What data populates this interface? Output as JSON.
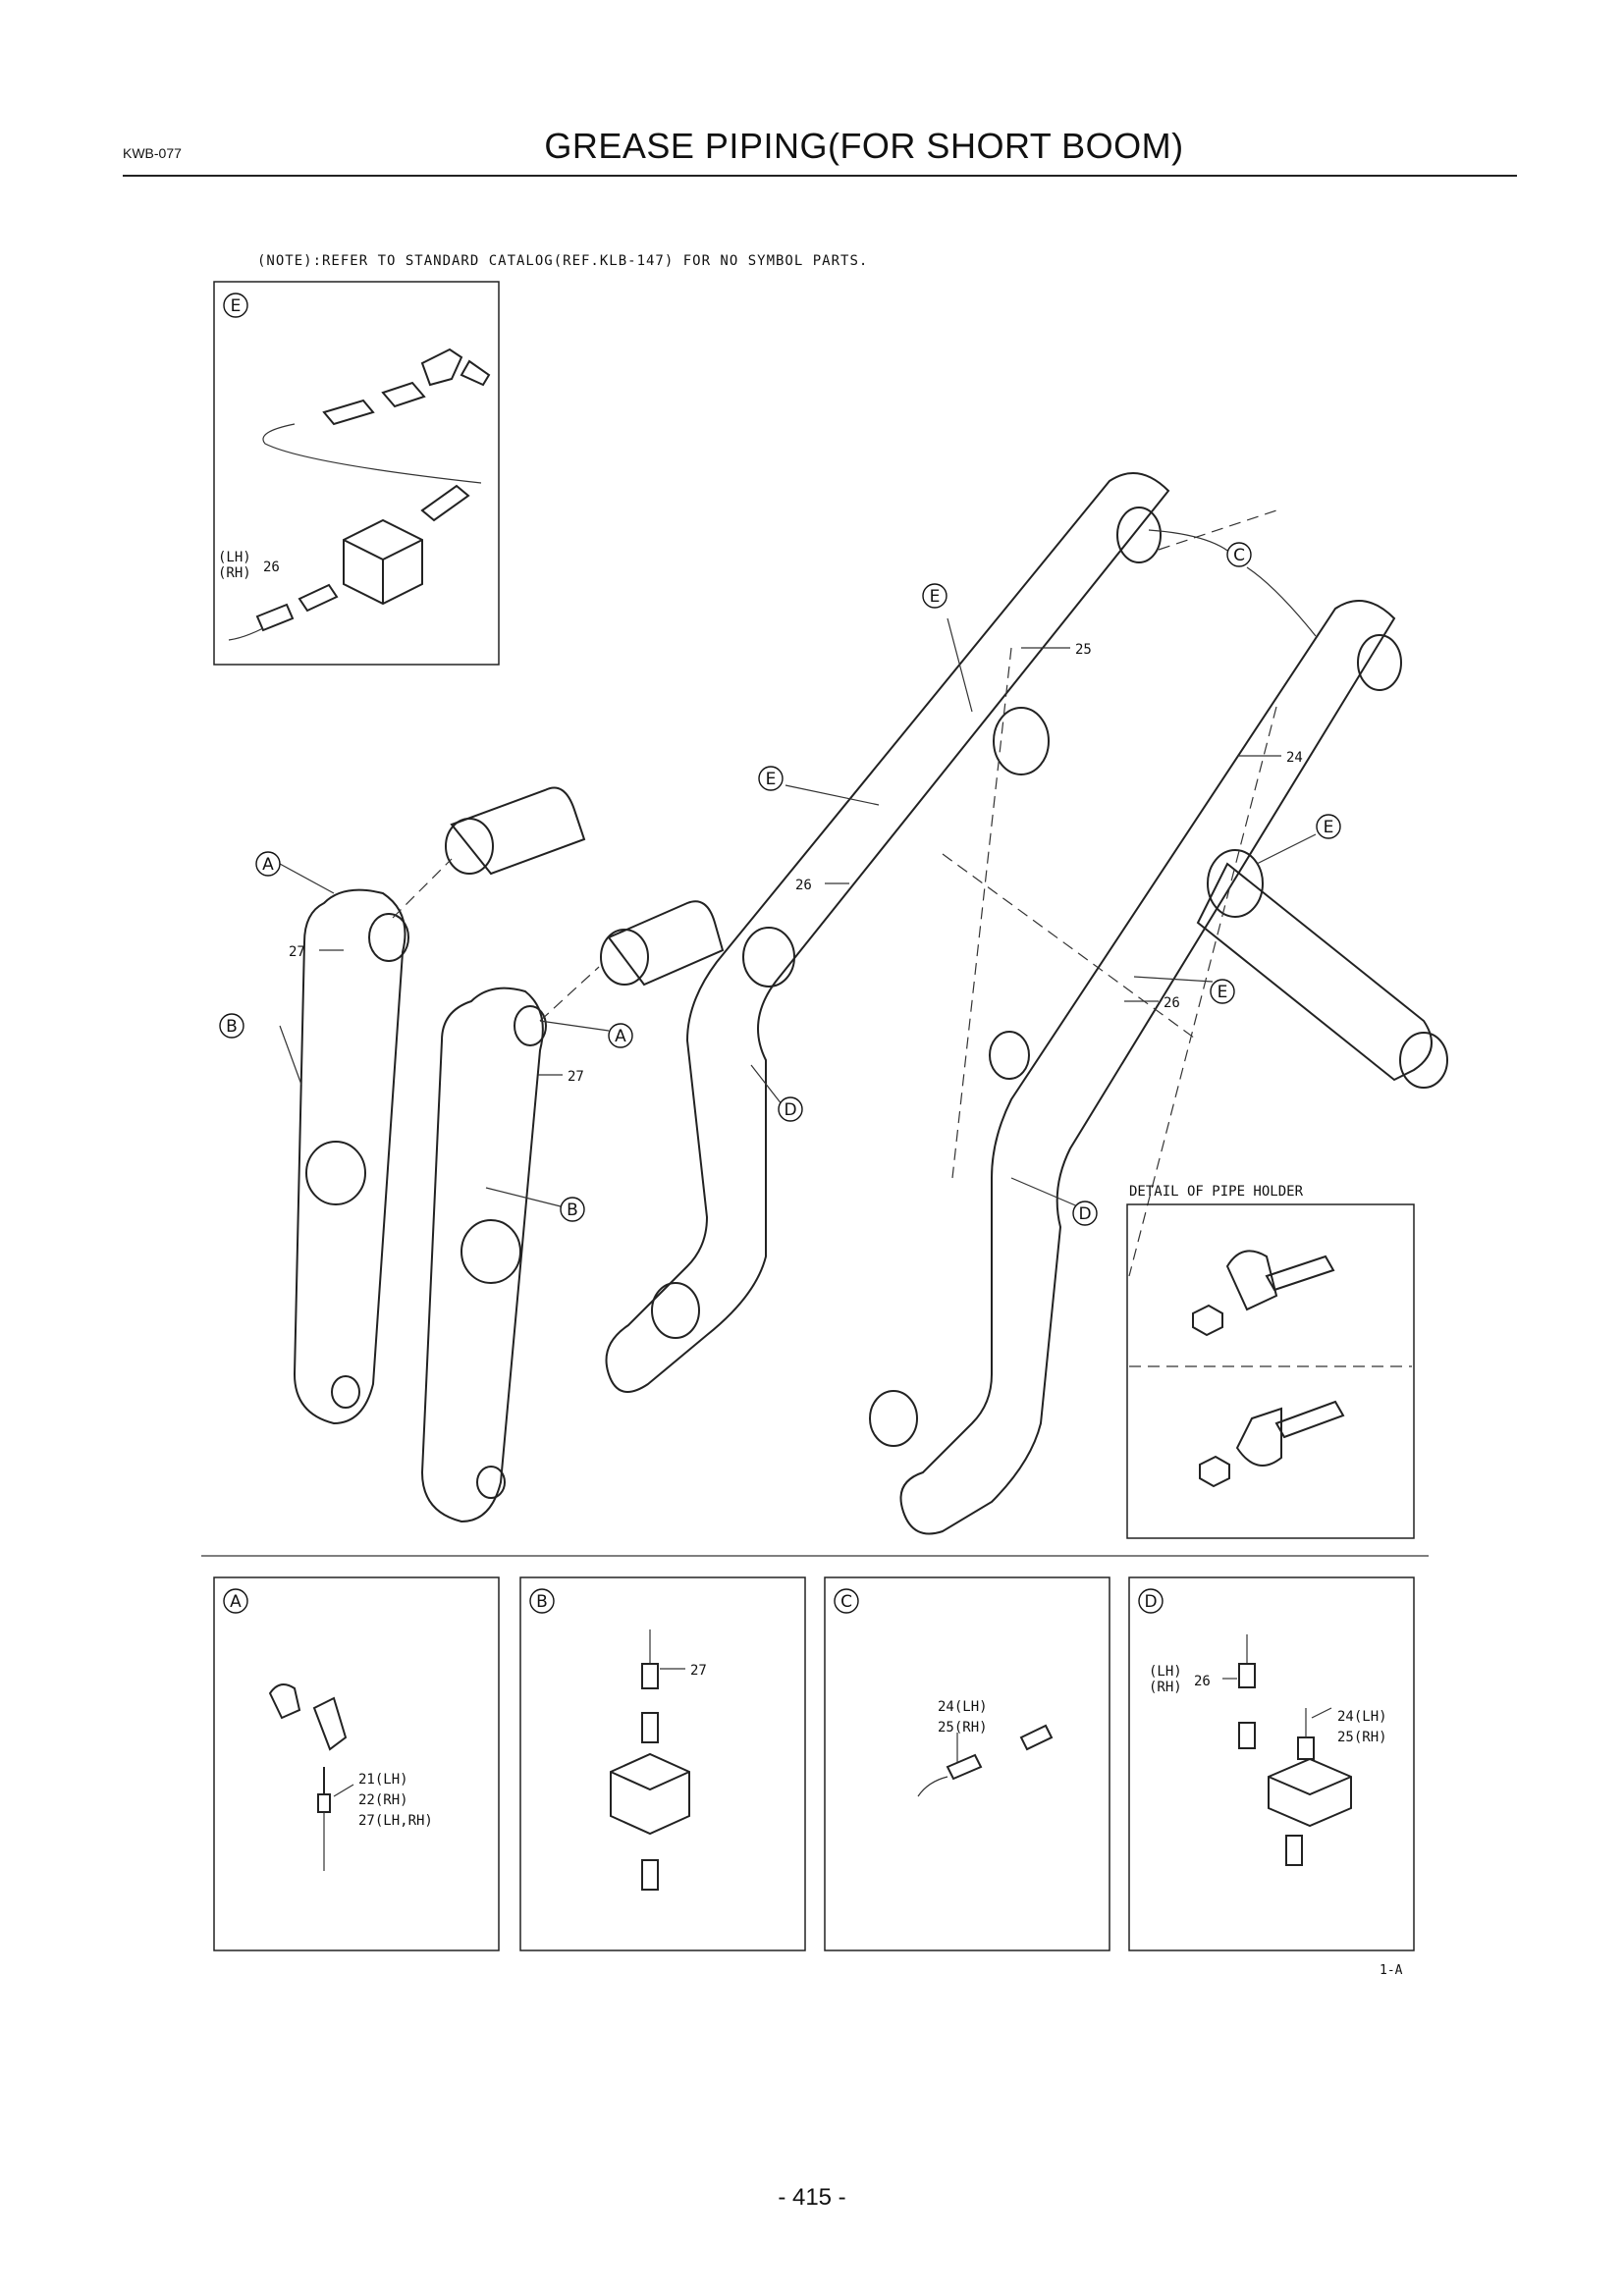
{
  "header": {
    "code": "KWB-077",
    "title": "GREASE PIPING(FOR SHORT BOOM)"
  },
  "note": "(NOTE):REFER TO STANDARD CATALOG(REF.KLB-147) FOR NO SYMBOL PARTS.",
  "main_labels": {
    "p24": "24",
    "p25": "25",
    "p26a": "26",
    "p26b": "26",
    "p27a": "27",
    "p27b": "27"
  },
  "callouts": {
    "A1": "A",
    "A2": "A",
    "B1": "B",
    "B2": "B",
    "C1": "C",
    "D1": "D",
    "D2": "D",
    "E1": "E",
    "E2": "E",
    "E3": "E",
    "E4": "E"
  },
  "detail_e": {
    "badge": "E",
    "lh": "(LH)",
    "rh": "(RH)",
    "num": "26"
  },
  "pipe_holder": {
    "title": "DETAIL OF PIPE HOLDER"
  },
  "detail_a": {
    "badge": "A",
    "l1": "21(LH)",
    "l2": "22(RH)",
    "l3": "27(LH,RH)"
  },
  "detail_b": {
    "badge": "B",
    "l1": "27"
  },
  "detail_c": {
    "badge": "C",
    "l1": "24(LH)",
    "l2": "25(RH)"
  },
  "detail_d": {
    "badge": "D",
    "lh": "(LH)",
    "rh": "(RH)",
    "num": "26",
    "l1": "24(LH)",
    "l2": "25(RH)"
  },
  "footnote": "1-A",
  "page_number": "- 415 -"
}
